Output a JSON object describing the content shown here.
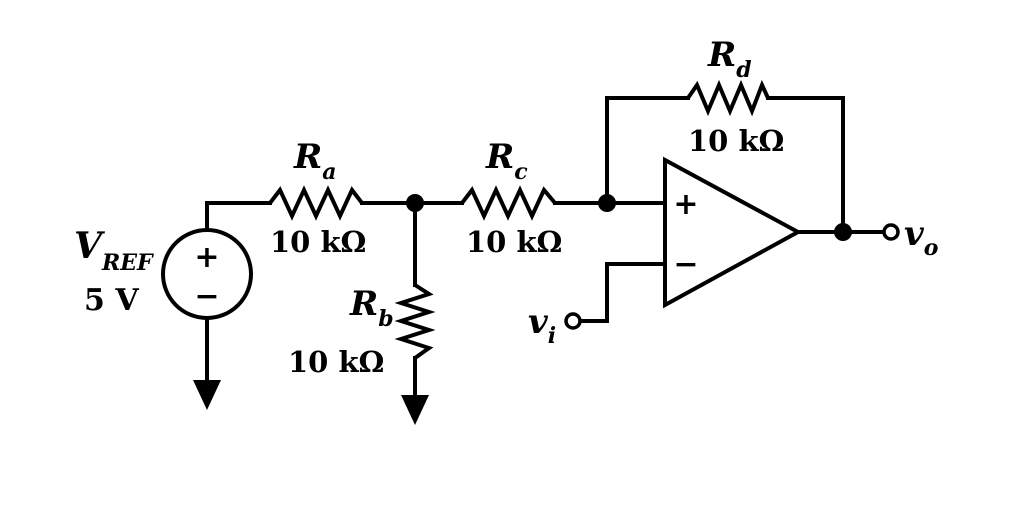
{
  "components": {
    "vref": {
      "symbol": "V",
      "subscript": "REF",
      "value": "5 V",
      "plus": "+",
      "minus": "−"
    },
    "ra": {
      "symbol": "R",
      "subscript": "a",
      "value": "10 kΩ"
    },
    "rb": {
      "symbol": "R",
      "subscript": "b",
      "value": "10 kΩ"
    },
    "rc": {
      "symbol": "R",
      "subscript": "c",
      "value": "10 kΩ"
    },
    "rd": {
      "symbol": "R",
      "subscript": "d",
      "value": "10 kΩ"
    },
    "opamp": {
      "plus": "+",
      "minus": "−"
    }
  },
  "terminals": {
    "input": {
      "symbol": "v",
      "subscript": "i"
    },
    "output": {
      "symbol": "v",
      "subscript": "o"
    }
  }
}
